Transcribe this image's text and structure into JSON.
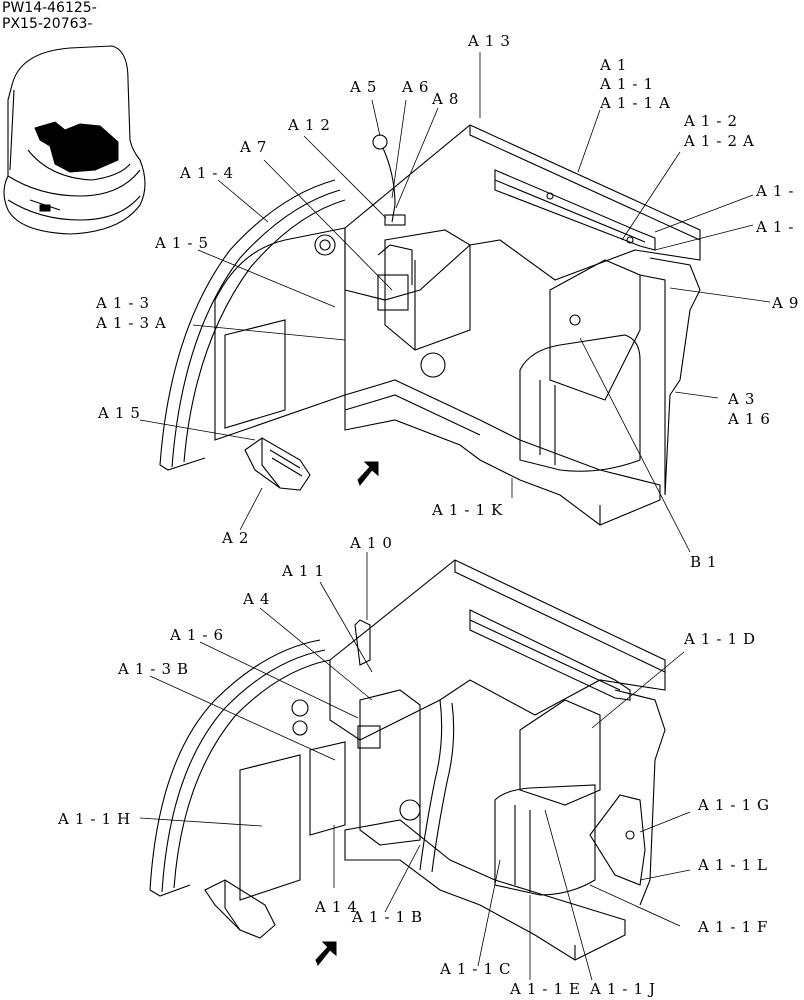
{
  "serials": [
    "PW14-46125-",
    "PX15-20763-"
  ],
  "upper_labels": {
    "a13": "A13",
    "a1": "A1",
    "a1_1": "A1-1",
    "a1_1a": "A1-1A",
    "a5": "A5",
    "a6": "A6",
    "a8": "A8",
    "a12": "A12",
    "a1_2": "A1-2",
    "a1_2a": "A1-2A",
    "a7": "A7",
    "a1_4": "A1-4",
    "a1_right1": "A1-",
    "a1_right2": "A1-",
    "a1_5": "A1-5",
    "a1_3": "A1-3",
    "a1_3a": "A1-3A",
    "a9": "A9",
    "a3": "A3",
    "a16": "A16",
    "a15": "A15",
    "a1_1k": "A1-1K",
    "a2": "A2",
    "b1": "B1"
  },
  "lower_labels": {
    "a10": "A10",
    "a11": "A11",
    "a4": "A4",
    "a1_6": "A1-6",
    "a1_3b": "A1-3B",
    "a1_1d": "A1-1D",
    "a1_1h": "A1-1H",
    "a1_1g": "A1-1G",
    "a1_1l": "A1-1L",
    "a14": "A14",
    "a1_1b": "A1-1B",
    "a1_1f": "A1-1F",
    "a1_1c": "A1-1C",
    "a1_1e": "A1-1E",
    "a1_1j": "A1-1J"
  }
}
